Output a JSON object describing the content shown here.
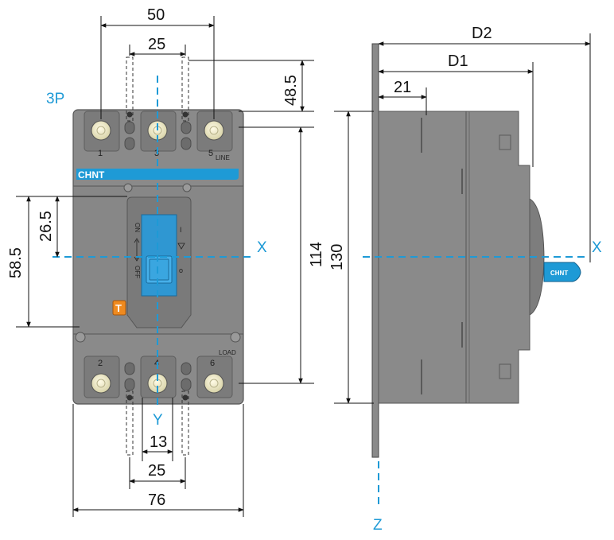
{
  "labels": {
    "pole_code": "3P",
    "brand": "CHNT",
    "line": "LINE",
    "load": "LOAD",
    "on": "ON",
    "off": "OFF",
    "on_symbol": "I",
    "off_symbol": "o",
    "trip_badge": "T",
    "handle_brand": "CHNT"
  },
  "terminals": [
    "1",
    "3",
    "5",
    "2",
    "4",
    "6"
  ],
  "axes": {
    "x_front": "X",
    "x_side": "X",
    "y": "Y",
    "z": "Z"
  },
  "dimensions": {
    "top_pole_span": "50",
    "top_pitch": "25",
    "top_height": "48.5",
    "left_lower": "26.5",
    "left_upper": "58.5",
    "body_height": "114",
    "bottom_pitch_small": "13",
    "bottom_pitch": "25",
    "body_width": "76",
    "side_height": "130",
    "depth_d2": "D2",
    "depth_d1": "D1",
    "depth_21": "21"
  },
  "colors": {
    "body": "#8a8a8a",
    "body_dark": "#6f6f6f",
    "accent_blue": "#1e9ad6",
    "switch_blue": "#3aa6e0",
    "trip_orange": "#ef8a1f",
    "terminal": "#f2efd2"
  }
}
